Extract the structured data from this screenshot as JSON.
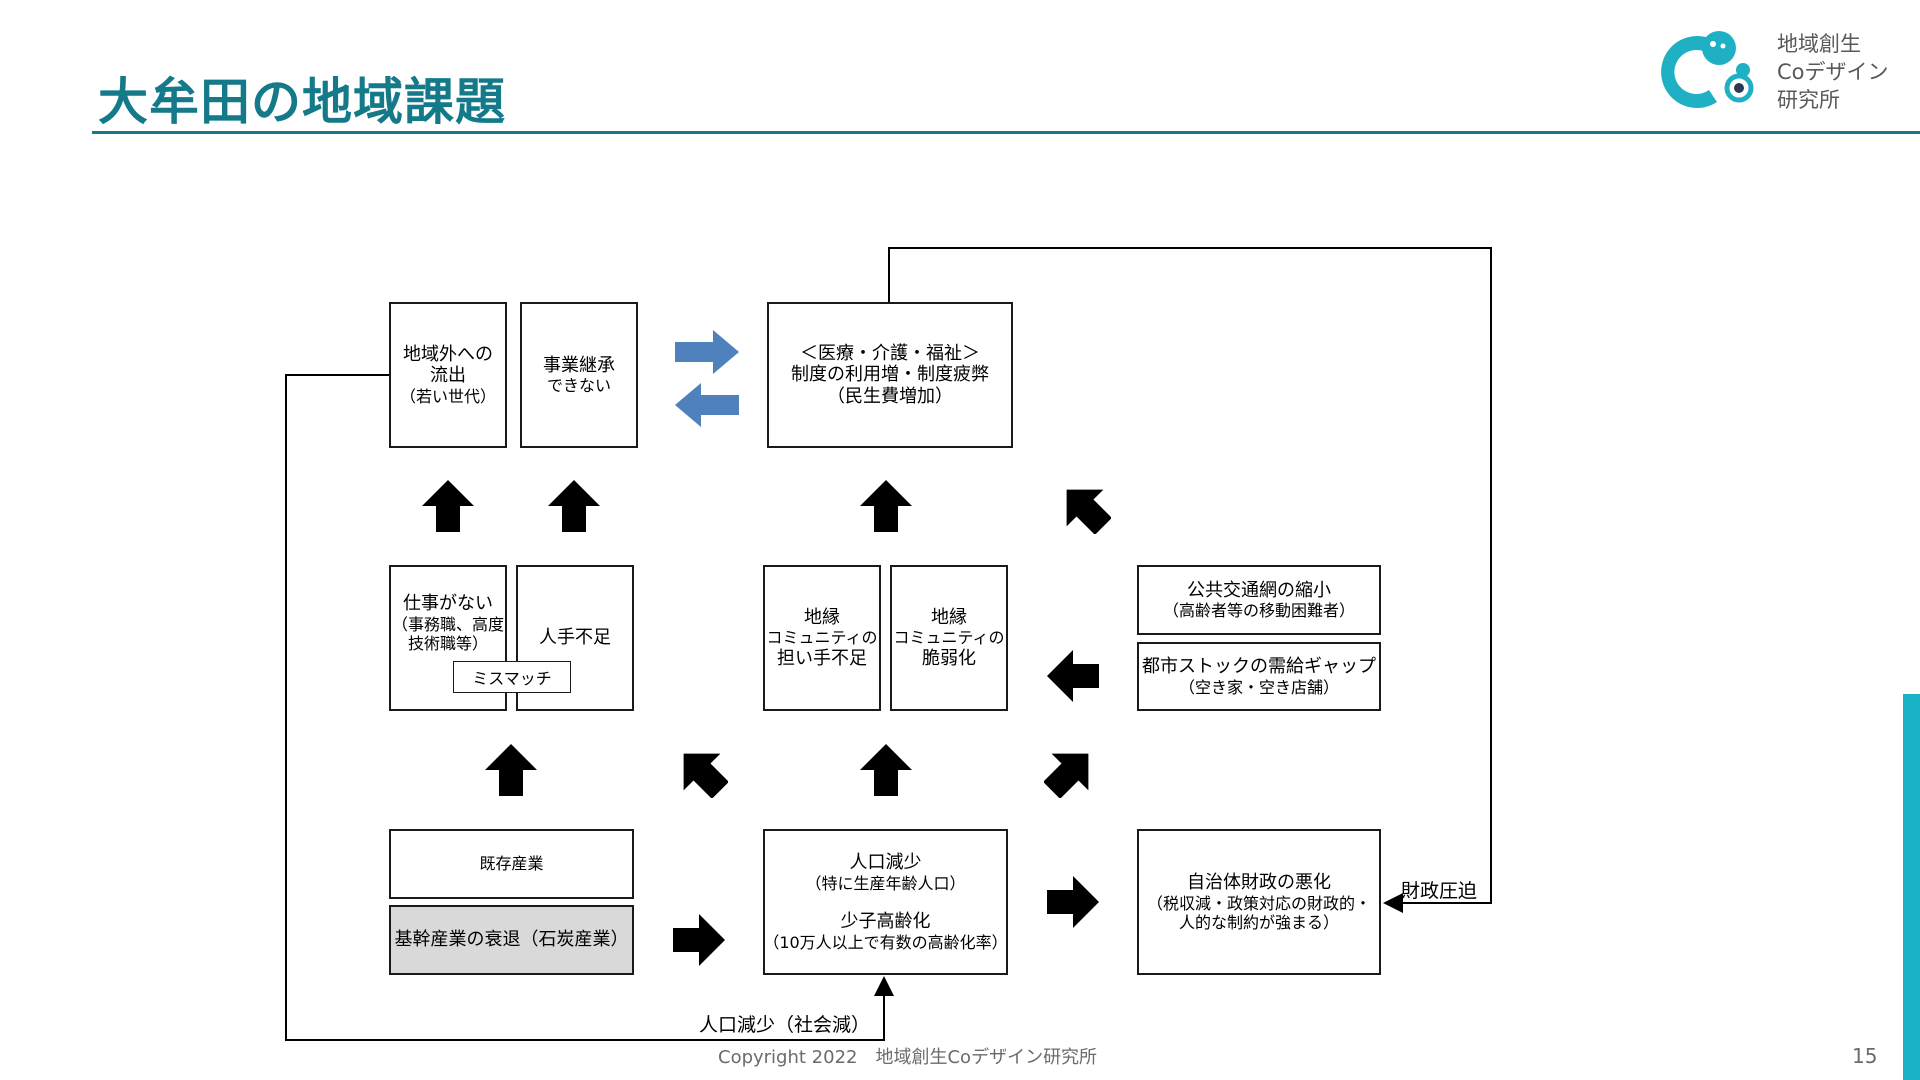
{
  "header": {
    "title": "大牟田の地域課題",
    "logo_lines": [
      "地域創生",
      "Coデザイン",
      "研究所"
    ]
  },
  "footer": {
    "copyright": "Copyright 2022　地域創生Coデザイン研究所",
    "page_number": "15"
  },
  "colors": {
    "title": "#147a8a",
    "accent_bar": "#19b3c8",
    "blue_arrow": "#4f81bd",
    "logo": "#1fb0c4",
    "gray_box": "#d9d9d9"
  },
  "diagram": {
    "outflow": {
      "lines": [
        "地域外への",
        "流出"
      ],
      "note": "（若い世代）"
    },
    "succession": {
      "lines": [
        "事業継承",
        "できない"
      ]
    },
    "welfare": {
      "lines": [
        "＜医療・介護・福祉＞",
        "制度の利用増・制度疲弊",
        "（民生費増加）"
      ]
    },
    "no_jobs": {
      "lines": [
        "仕事がない",
        "（事務職、高度",
        "技術職等）"
      ]
    },
    "labor_shortage": {
      "label": "人手不足"
    },
    "mismatch": {
      "label": "ミスマッチ"
    },
    "community_leaders": {
      "lines": [
        "地縁",
        "コミュニティの",
        "担い手不足"
      ]
    },
    "community_weak": {
      "lines": [
        "地縁",
        "コミュニティの",
        "脆弱化"
      ]
    },
    "transit": {
      "lines": [
        "公共交通網の縮小",
        "（高齢者等の移動困難者）"
      ]
    },
    "urban_stock": {
      "lines": [
        "都市ストックの需給ギャップ",
        "（空き家・空き店舗）"
      ]
    },
    "existing_industry": {
      "label": "既存産業"
    },
    "core_decline": {
      "label": "基幹産業の衰退（石炭産業）"
    },
    "population": {
      "lines": [
        "人口減少",
        "（特に生産年齢人口）",
        "少子高齢化",
        "（10万人以上で有数の高齢化率）"
      ]
    },
    "finance": {
      "lines": [
        "自治体財政の悪化",
        "（税収減・政策対応の財政的・",
        "人的な制約が強まる）"
      ]
    },
    "label_fiscal_pressure": "財政圧迫",
    "label_social_decrease": "人口減少（社会減）",
    "icons": [
      "right-arrow-blue-icon",
      "left-arrow-blue-icon",
      "up-arrow-icon",
      "up-left-arrow-icon",
      "up-right-arrow-icon",
      "left-arrow-icon",
      "right-arrow-icon"
    ]
  }
}
